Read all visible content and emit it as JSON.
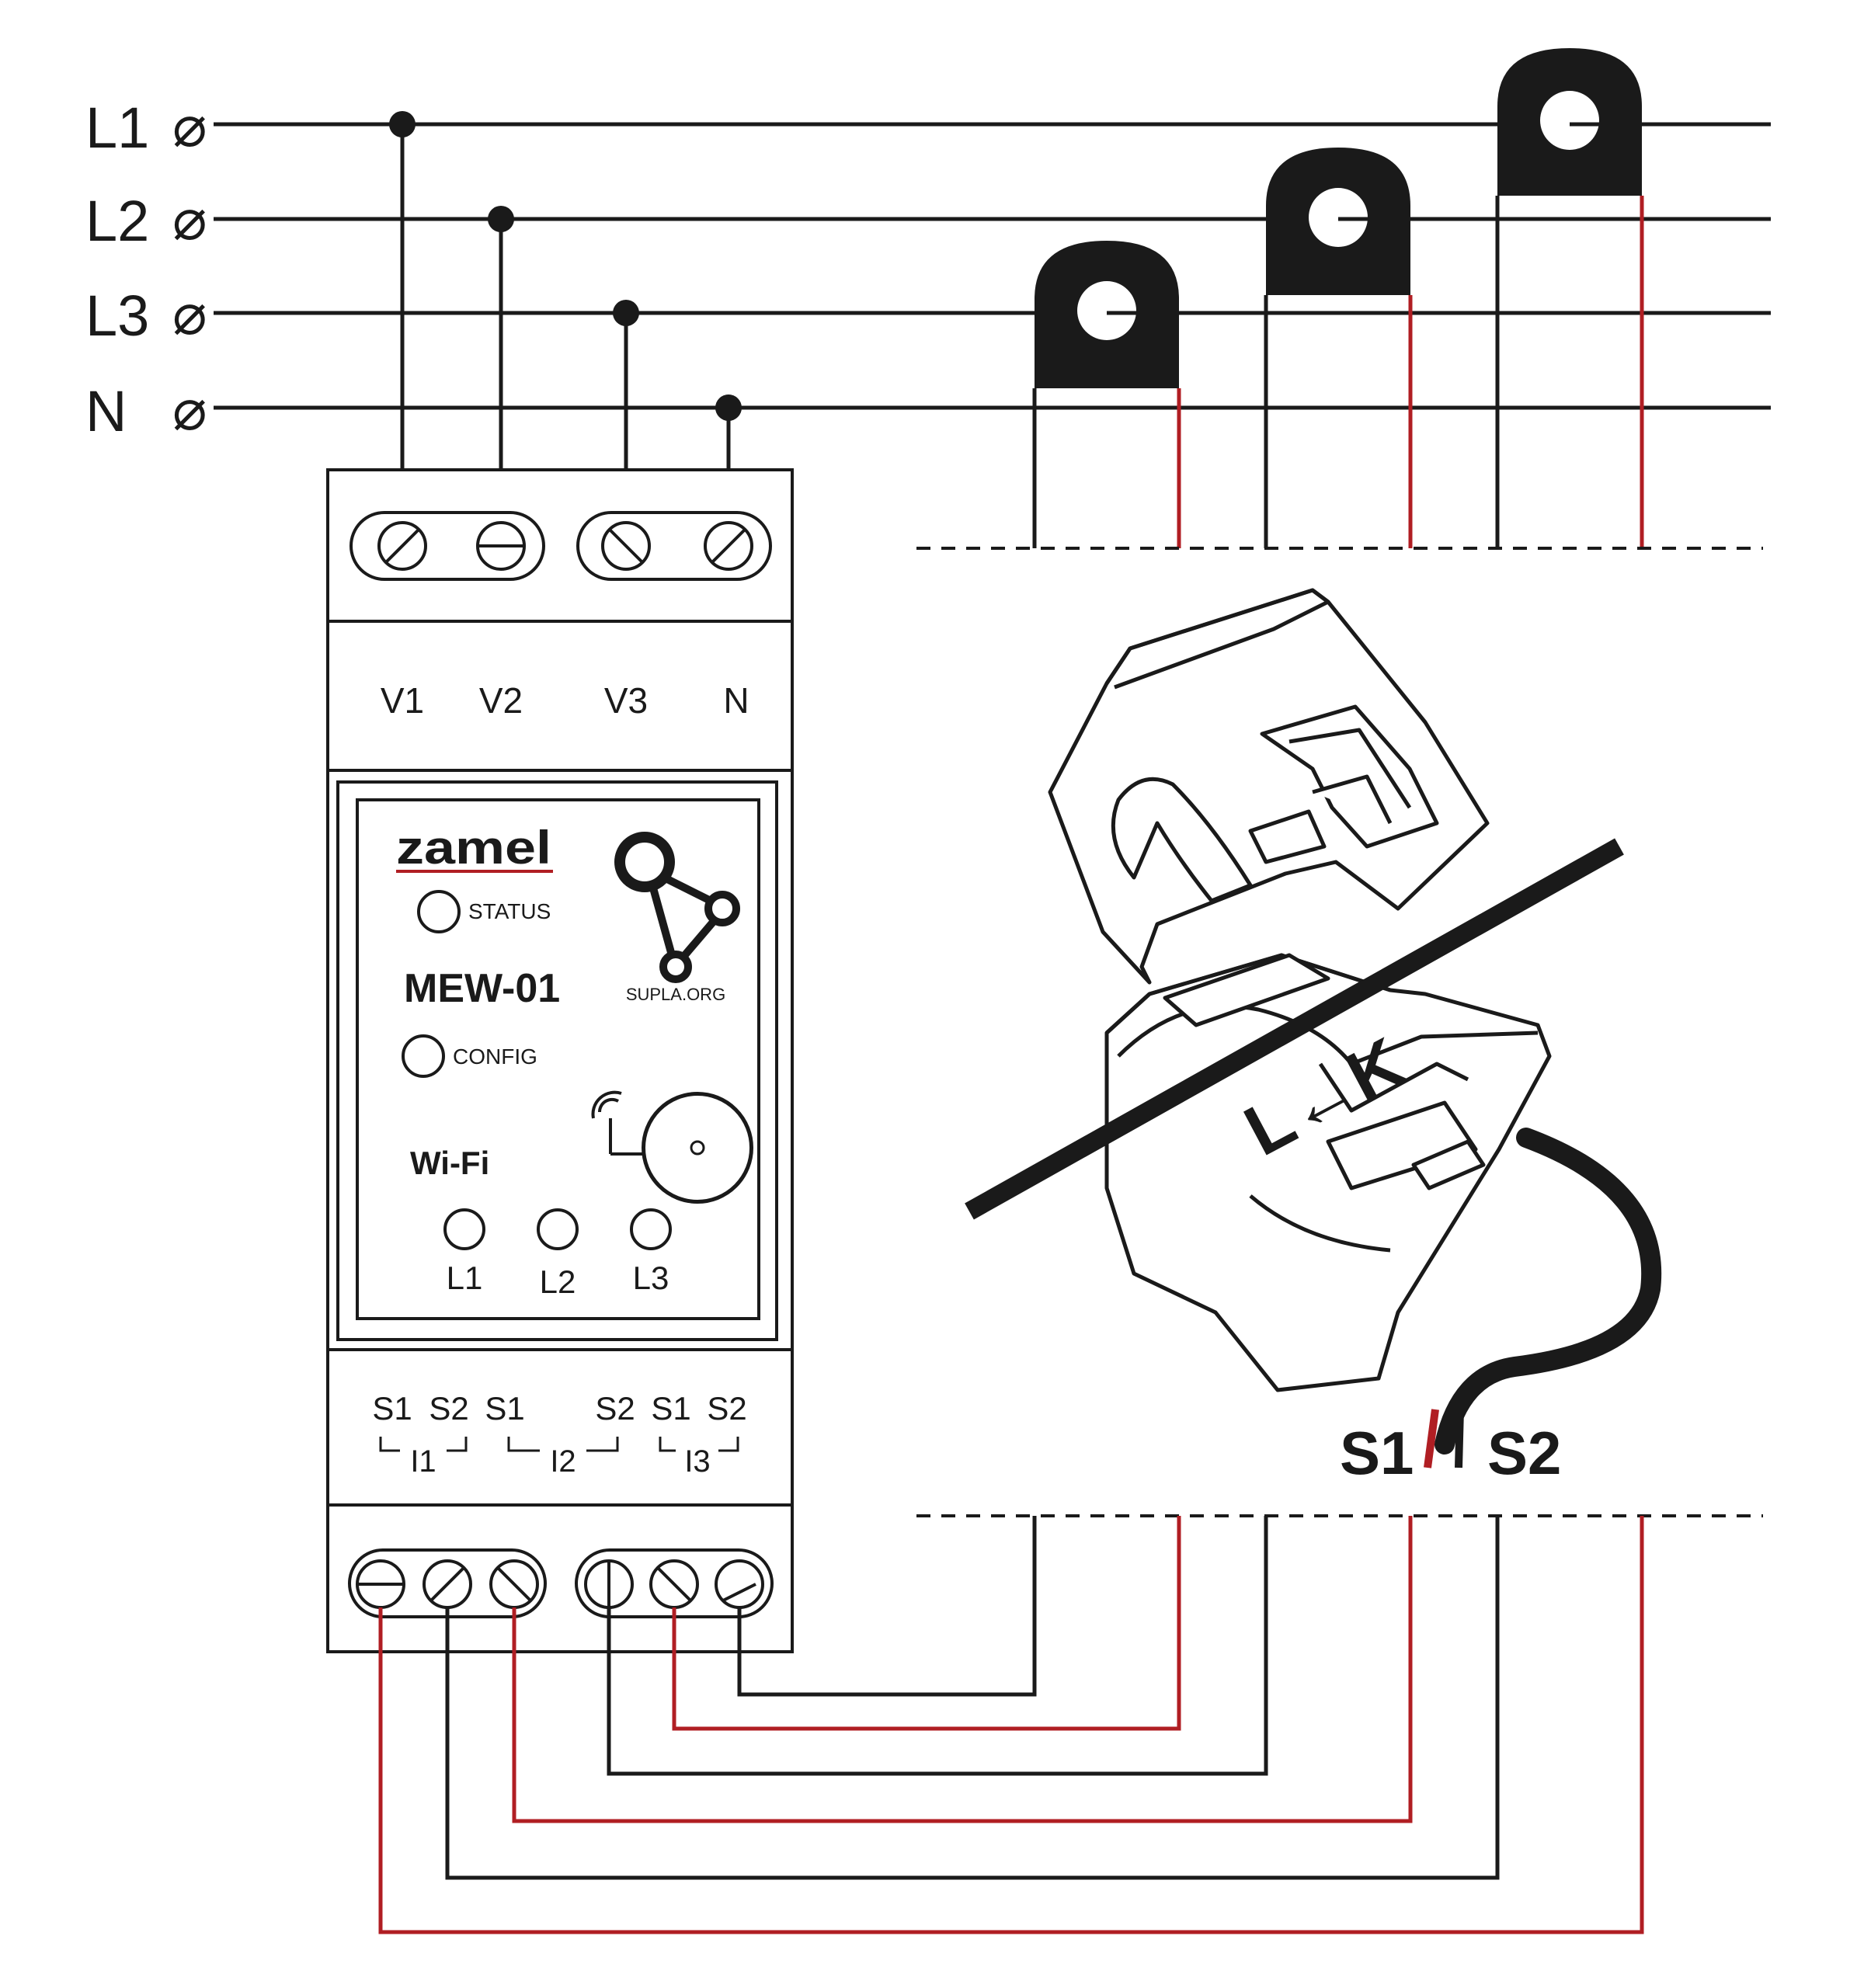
{
  "lines": {
    "l1": "L1",
    "l2": "L2",
    "l3": "L3",
    "n": "N",
    "terminal_symbol": "⌀"
  },
  "device": {
    "brand": "zamel",
    "model": "MEW-01",
    "platform_text": "SUPLA.ORG",
    "status_label": "STATUS",
    "config_label": "CONFIG",
    "wifi_label": "Wi-Fi",
    "voltage_terminals": [
      "V1",
      "V2",
      "V3",
      "N"
    ],
    "phase_leds": [
      "L1",
      "L2",
      "L3"
    ],
    "current_terminals": [
      "S1",
      "S2",
      "S1",
      "S2",
      "S1",
      "S2"
    ],
    "current_groups": [
      "I1",
      "I2",
      "I3"
    ]
  },
  "sensor": {
    "direction_label": "L←K",
    "s1": "S1",
    "s2": "S2"
  },
  "colors": {
    "wire": "#1a1a1a",
    "s1_wire": "#b01e23",
    "background": "#ffffff"
  }
}
